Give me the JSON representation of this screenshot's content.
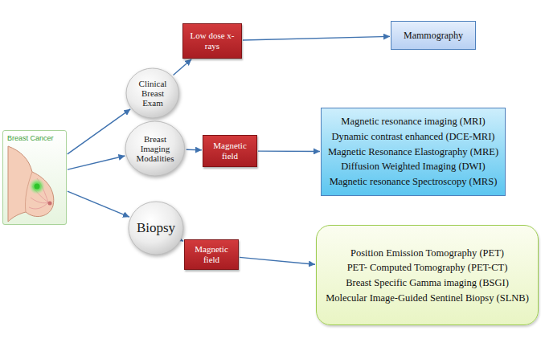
{
  "diagram": {
    "nodes": [
      {
        "text": [
          "Breast Cancer"
        ]
      },
      {
        "text": [
          "Clinical Breast Exam"
        ]
      },
      {
        "text": [
          "Low dose x-rays"
        ]
      },
      {
        "text": [
          "Mammography"
        ]
      },
      {
        "text": [
          "Breast Imaging Modalities"
        ]
      },
      {
        "text": [
          "Magnetic field"
        ]
      },
      {
        "text": [
          "Magnetic resonance imaging (MRI)",
          "Dynamic contrast enhanced (DCE-MRI)",
          "Magnetic Resonance Elastography (MRE)",
          "Diffusion Weighted Imaging (DWI)",
          "Magnetic resonance Spectroscopy (MRS)"
        ]
      },
      {
        "text": [
          "Biopsy"
        ]
      },
      {
        "text": [
          "Magnetic field"
        ]
      },
      {
        "text": [
          "Position Emission Tomography (PET)",
          "PET- Computed Tomography (PET-CT)",
          "Breast Specific Gamma imaging (BSGI)",
          "Molecular Image-Guided Sentinel Biopsy (SLNB)"
        ]
      }
    ],
    "edges": [
      {
        "from": 0,
        "to": 1,
        "arrow": "to"
      },
      {
        "from": 0,
        "to": 4,
        "arrow": "to"
      },
      {
        "from": 0,
        "to": 7,
        "arrow": "to"
      },
      {
        "from": 1,
        "to": 2,
        "arrow": "to"
      },
      {
        "from": 2,
        "to": 3,
        "arrow": "to"
      },
      {
        "from": 4,
        "to": 5,
        "arrow": "to"
      },
      {
        "from": 5,
        "to": 6,
        "arrow": "to"
      },
      {
        "from": 7,
        "to": 8,
        "arrow": "to"
      },
      {
        "from": 8,
        "to": 9,
        "arrow": "to"
      }
    ]
  }
}
